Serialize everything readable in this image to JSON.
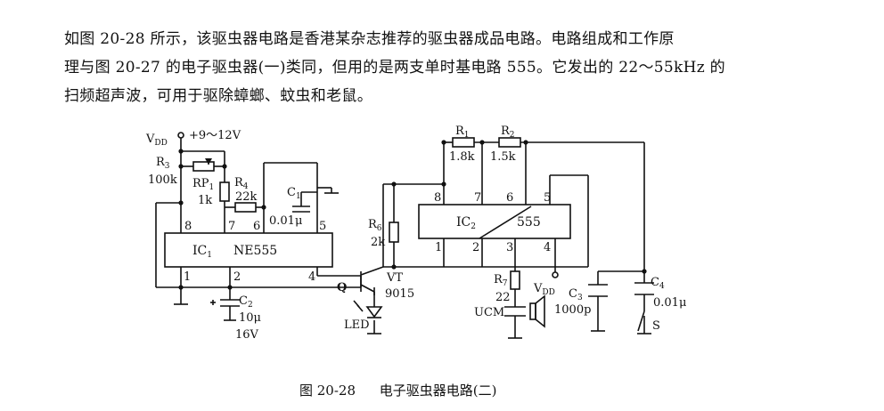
{
  "paragraph": {
    "line1": "如图 20-28 所示，该驱虫器电路是香港某杂志推荐的驱虫器成品电路。电路组成和工作原",
    "line2": "理与图 20-27 的电子驱虫器(一)类同，但用的是两支单时基电路 555。它发出的 22～55kHz 的",
    "line3": "扫频超声波，可用于驱除蟑螂、蚊虫和老鼠。"
  },
  "labels": {
    "vdd": "V",
    "vdd_sub": "DD",
    "supply": "+9～12V",
    "r3": "R",
    "r3_sub": "3",
    "r3_val": "100k",
    "rp1": "RP",
    "rp1_sub": "1",
    "rp1_val": "1k",
    "r4": "R",
    "r4_sub": "4",
    "r4_val": "22k",
    "c1": "C",
    "c1_sub": "1",
    "c1_val": "0.01μ",
    "ic1": "IC",
    "ic1_sub": "1",
    "ic1_type": "NE555",
    "ic1_p8": "8",
    "ic1_p7": "7",
    "ic1_p6": "6",
    "ic1_p5": "5",
    "ic1_p1": "1",
    "ic1_p2": "2",
    "ic1_p4": "4",
    "c2": "C",
    "c2_sub": "2",
    "c2_val1": "10μ",
    "c2_val2": "16V",
    "q": "Q",
    "vt": "VT",
    "vt_val": "9015",
    "led": "LED",
    "r1": "R",
    "r1_sub": "1",
    "r1_val": "1.8k",
    "r2": "R",
    "r2_sub": "2",
    "r2_val": "1.5k",
    "r6": "R",
    "r6_sub": "6",
    "r6_val": "2k",
    "ic2": "IC",
    "ic2_sub": "2",
    "ic2_type": "555",
    "ic2_p8": "8",
    "ic2_p7": "7",
    "ic2_p6": "6",
    "ic2_p5": "5",
    "ic2_p1": "1",
    "ic2_p2": "2",
    "ic2_p3": "3",
    "ic2_p4": "4",
    "r7": "R",
    "r7_sub": "7",
    "r7_val": "22",
    "vdd2": "V",
    "vdd2_sub": "DD",
    "ucm": "UCM",
    "c3": "C",
    "c3_sub": "3",
    "c3_val": "1000p",
    "c4": "C",
    "c4_sub": "4",
    "c4_val": "0.01μ",
    "s": "S"
  },
  "caption": {
    "number": "图 20-28",
    "title": "电子驱虫器电路(二)"
  }
}
